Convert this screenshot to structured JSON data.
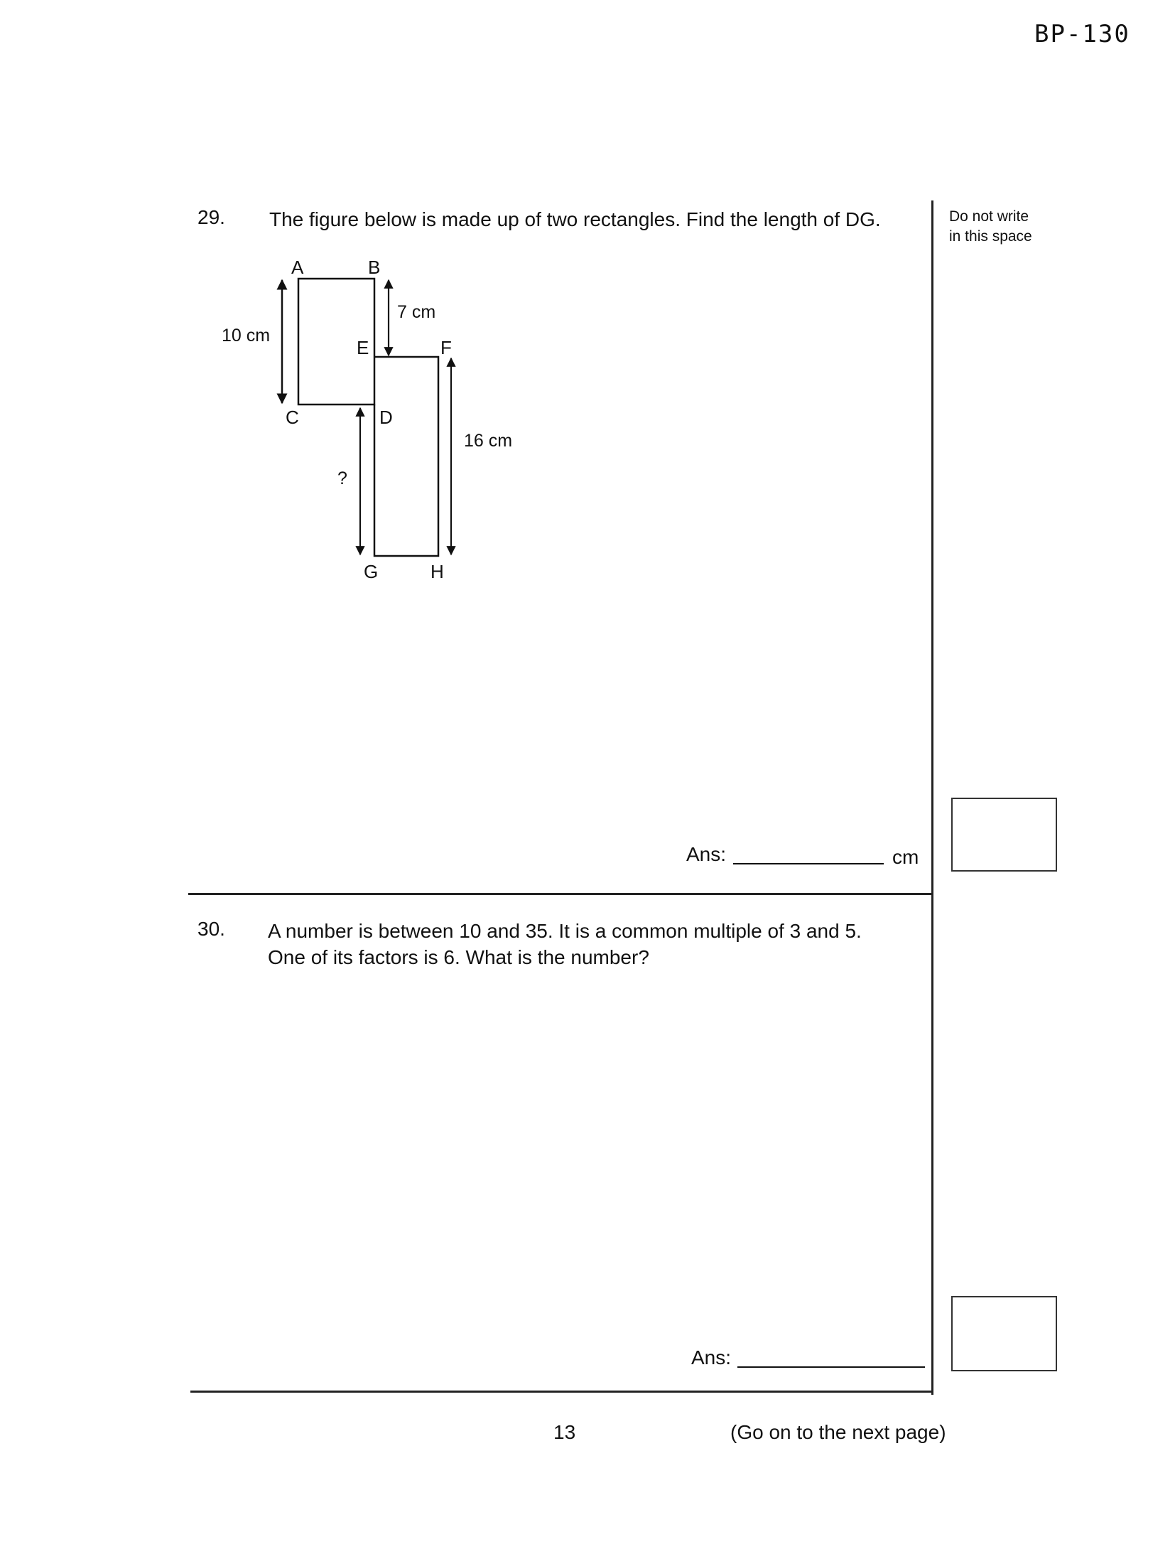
{
  "header": {
    "code": "BP-130"
  },
  "margin_note": {
    "line1": "Do not write",
    "line2": "in this space"
  },
  "questions": [
    {
      "number": "29.",
      "text": "The figure below is made up of two rectangles. Find the length of DG.",
      "answer_label": "Ans:",
      "answer_unit": "cm",
      "figure": {
        "labels": {
          "A": "A",
          "B": "B",
          "C": "C",
          "D": "D",
          "E": "E",
          "F": "F",
          "G": "G",
          "H": "H"
        },
        "dims": {
          "ac": "10 cm",
          "be": "7 cm",
          "fh": "16 cm",
          "dg": "?"
        }
      }
    },
    {
      "number": "30.",
      "line1": "A number is between 10 and 35. It is a common multiple of 3 and 5.",
      "line2": "One of its factors is 6. What is the number?",
      "answer_label": "Ans:"
    }
  ],
  "footer": {
    "page_number": "13",
    "next_page": "(Go on to the next page)"
  }
}
